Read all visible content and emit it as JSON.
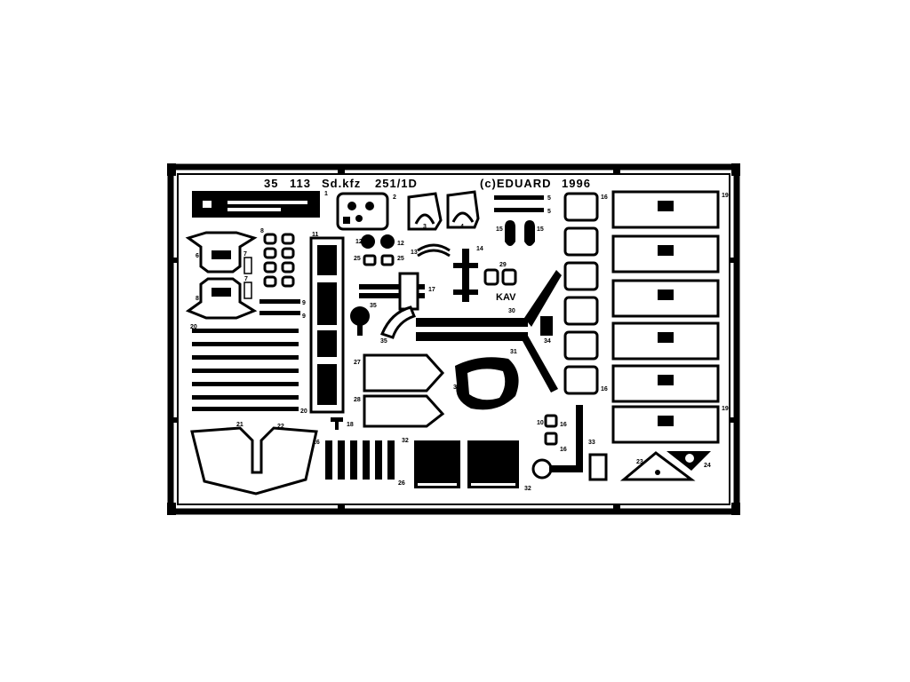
{
  "fret": {
    "set_number": "35",
    "set_code": "113",
    "model_name": "Sd.kfz",
    "variant": "251/1D",
    "copyright": "(c)EDUARD",
    "year": "1996"
  },
  "part_labels": [
    "1",
    "2",
    "3",
    "4",
    "5",
    "5",
    "6",
    "7",
    "8",
    "9",
    "9",
    "10",
    "11",
    "12",
    "12",
    "13",
    "14",
    "15",
    "15",
    "16",
    "16",
    "17",
    "19",
    "19",
    "20",
    "20",
    "21",
    "22",
    "23",
    "24",
    "25",
    "25",
    "26",
    "26",
    "27",
    "28",
    "29",
    "30",
    "31",
    "32",
    "32",
    "33",
    "34",
    "35",
    "35",
    "37",
    "16",
    "18",
    "7",
    "8",
    "16"
  ],
  "marking": "KAV",
  "colors": {
    "ink": "#000000",
    "paper": "#ffffff"
  }
}
